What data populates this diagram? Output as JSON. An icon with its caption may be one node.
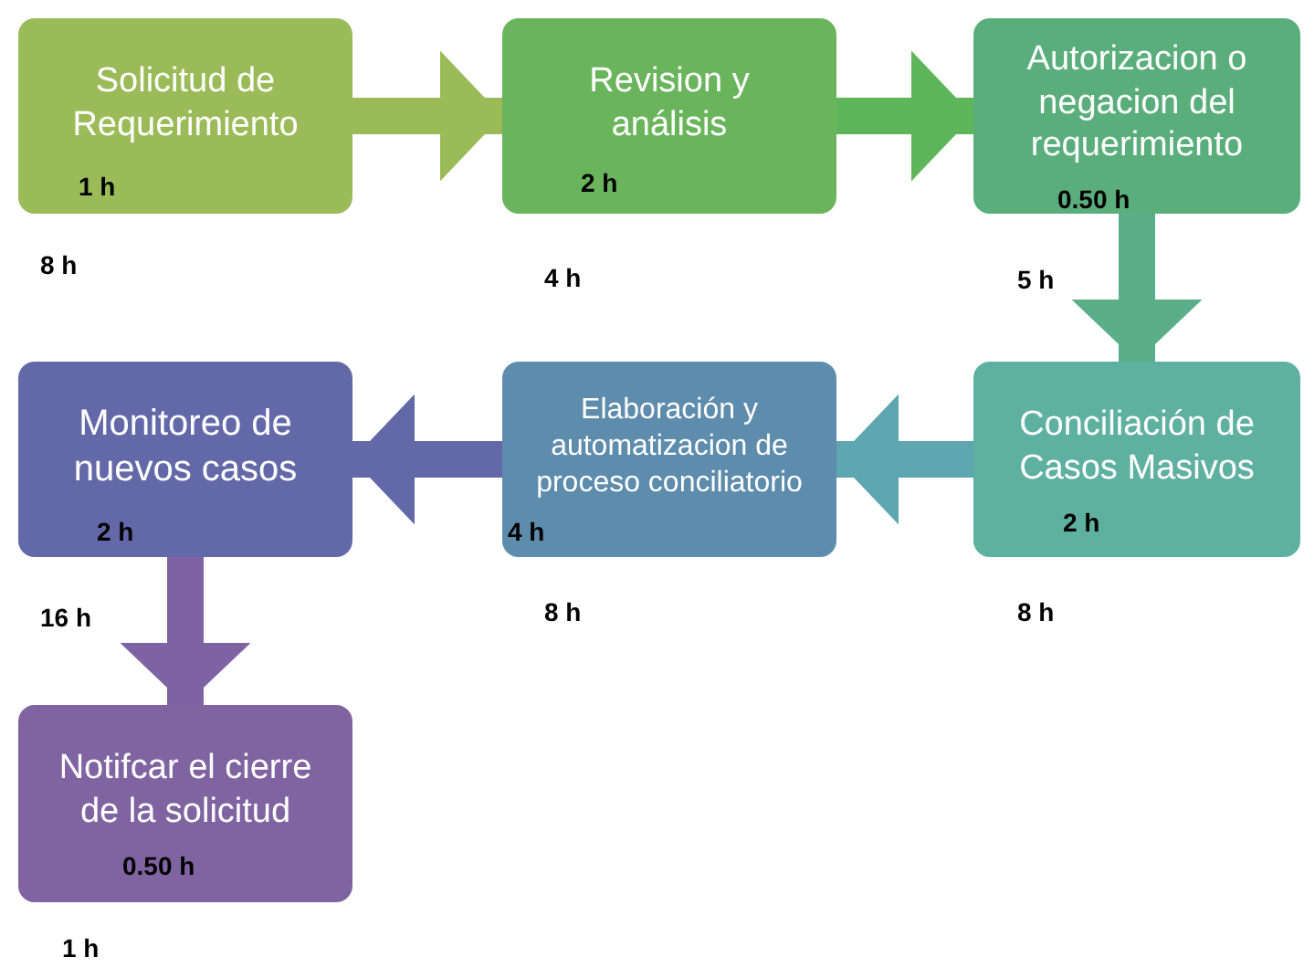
{
  "diagram": {
    "nodes": [
      {
        "text": [
          "Solicitud de Requerimiento",
          "1 h"
        ],
        "beside": [
          "8 h"
        ]
      },
      {
        "text": [
          "Revision y análisis",
          "2 h"
        ],
        "beside": [
          "4 h"
        ]
      },
      {
        "text": [
          "Autorizacion o negacion del requerimiento",
          "0.50 h"
        ],
        "beside": [
          "5 h"
        ]
      },
      {
        "text": [
          "Monitoreo de nuevos casos",
          "2 h"
        ],
        "beside": [
          "16 h"
        ]
      },
      {
        "text": [
          "Elaboración y automatizacion de proceso conciliatorio",
          "4 h"
        ],
        "beside": [
          "8 h"
        ]
      },
      {
        "text": [
          "Conciliación de Casos Masivos",
          "2 h"
        ],
        "beside": [
          "8 h"
        ]
      },
      {
        "text": [
          "Notifcar el cierre de la solicitud",
          "0.50 h"
        ],
        "beside": [
          "1 h"
        ]
      }
    ],
    "edges": [
      {
        "from": 0,
        "to": 1,
        "arrow": "to",
        "color": "#9bbb59"
      },
      {
        "from": 1,
        "to": 2,
        "arrow": "to",
        "color": "#5fb55a"
      },
      {
        "from": 2,
        "to": 5,
        "arrow": "to",
        "color": "#5aae88"
      },
      {
        "from": 5,
        "to": 4,
        "arrow": "to",
        "color": "#5ea6b0"
      },
      {
        "from": 4,
        "to": 3,
        "arrow": "to",
        "color": "#6268a8"
      },
      {
        "from": 3,
        "to": 6,
        "arrow": "to",
        "color": "#7f62a4"
      }
    ]
  }
}
